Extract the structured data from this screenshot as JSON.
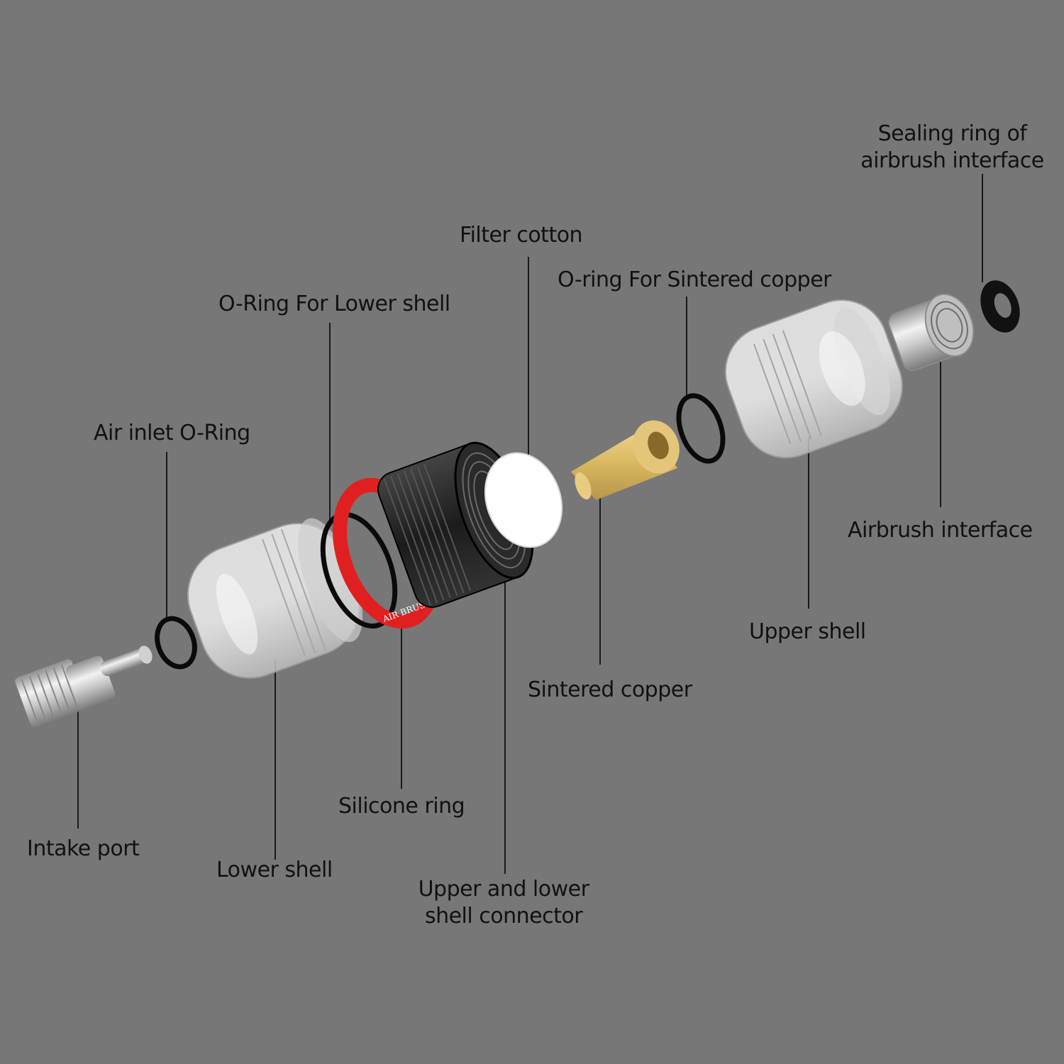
{
  "diagram": {
    "background": "#777777",
    "label_color": "#111111",
    "leader_color": "#1a1a1a",
    "accent_red": "#e02020",
    "brass_color": "#d9b860",
    "labels": {
      "sealing_ring_line1": "Sealing ring of",
      "sealing_ring_line2": "airbrush interface",
      "filter_cotton": "Filter cotton",
      "oring_sintered": "O-ring For Sintered copper",
      "oring_lower_shell": "O-Ring For Lower shell",
      "air_inlet_oring": "Air inlet O-Ring",
      "airbrush_interface": "Airbrush interface",
      "upper_shell": "Upper shell",
      "sintered_copper": "Sintered copper",
      "silicone_ring": "Silicone ring",
      "intake_port": "Intake port",
      "lower_shell": "Lower shell",
      "connector_line1": "Upper and lower",
      "connector_line2": "shell connector"
    },
    "ring_text": "AIR BRUSH",
    "icons": [
      "intake-port-fitting-icon",
      "air-inlet-oring-icon",
      "lower-shell-icon",
      "oring-lower-shell-icon",
      "silicone-ring-icon",
      "shell-connector-icon",
      "filter-cotton-icon",
      "sintered-copper-icon",
      "oring-sintered-icon",
      "upper-shell-icon",
      "airbrush-interface-icon",
      "sealing-ring-icon"
    ]
  }
}
